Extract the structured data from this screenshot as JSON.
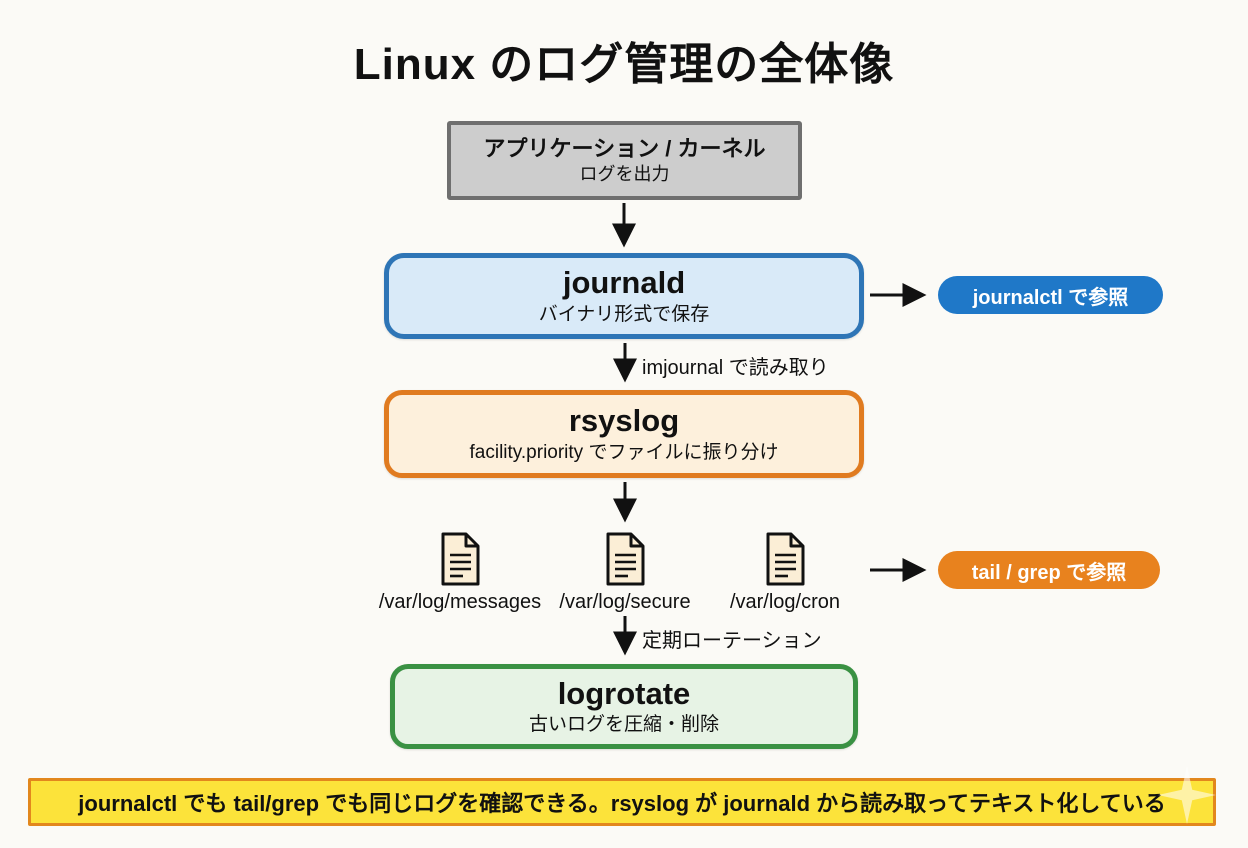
{
  "page": {
    "title": "Linux のログ管理の全体像"
  },
  "nodes": {
    "source": {
      "title": "アプリケーション / カーネル",
      "subtitle": "ログを出力"
    },
    "journald": {
      "title": "journald",
      "subtitle": "バイナリ形式で保存"
    },
    "rsyslog": {
      "title": "rsyslog",
      "subtitle": "facility.priority でファイルに振り分け"
    },
    "logrotate": {
      "title": "logrotate",
      "subtitle": "古いログを圧縮・削除"
    }
  },
  "pills": {
    "journalctl": {
      "label": "journalctl で参照",
      "color": "#1f78c8"
    },
    "tailgrep": {
      "label": "tail / grep で参照",
      "color": "#e8821e"
    }
  },
  "edge_labels": {
    "imjournal": "imjournal で読み取り",
    "rotation": "定期ローテーション"
  },
  "files": [
    {
      "label": "/var/log/messages"
    },
    {
      "label": "/var/log/secure"
    },
    {
      "label": "/var/log/cron"
    }
  ],
  "banner": {
    "text": "journalctl でも tail/grep でも同じログを確認できる。rsyslog が journald から読み取ってテキスト化している"
  },
  "colors": {
    "journald_fill": "#d9eaf8",
    "journald_border": "#2e75b6",
    "rsyslog_fill": "#fdf0dc",
    "rsyslog_border": "#e07b20",
    "logrotate_fill": "#e7f3e5",
    "logrotate_border": "#3a9143",
    "source_fill": "#cdcdcd",
    "source_border": "#6f6f6f",
    "banner_fill": "#fce33a",
    "banner_border": "#e2871d",
    "file_icon_fill": "#fbeed6",
    "arrow": "#111111"
  }
}
